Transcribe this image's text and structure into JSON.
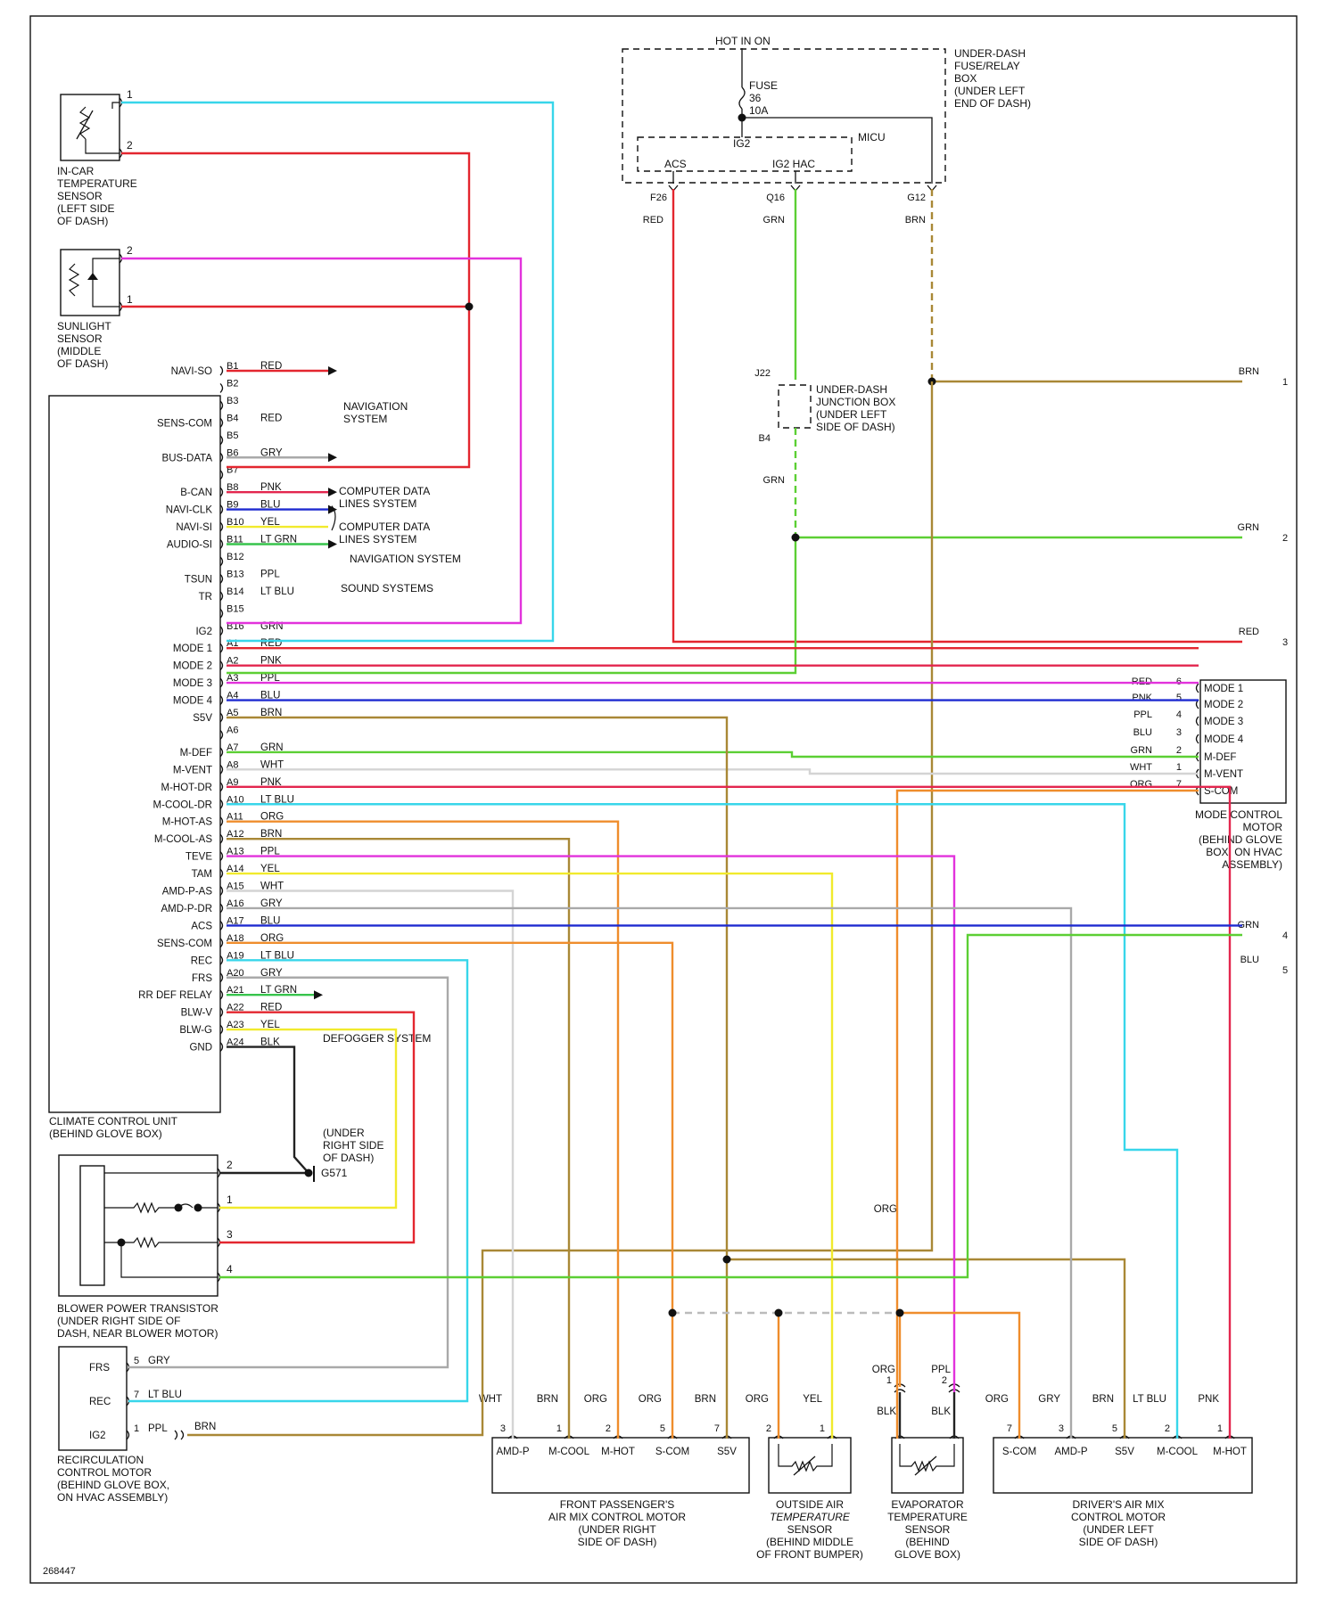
{
  "diagram_id": "268447",
  "colors": {
    "LT BLU": "#38d6ea",
    "RED": "#e3262f",
    "PPL": "#e232dc",
    "GRN": "#5ccf34",
    "BRN": "#a98836",
    "GRY": "#a9a9a9",
    "PNK": "#e3264e",
    "BLU": "#1f2bd0",
    "YEL": "#f1ea2c",
    "LT GRN": "#37c44c",
    "ORG": "#ef8d2c",
    "WHT": "#d4d4d4",
    "BLK": "#222222"
  },
  "top_labels": {
    "hot_in_on": "HOT IN ON",
    "fuse": [
      "FUSE",
      "36",
      "10A"
    ],
    "underdash_fuse_box": [
      "UNDER-DASH",
      "FUSE/RELAY",
      "BOX",
      "(UNDER LEFT",
      "END OF DASH)"
    ],
    "ig2": "IG2",
    "micu": "MICU",
    "acs": "ACS",
    "ig2hac": "IG2 HAC",
    "f26": "F26",
    "q16": "Q16",
    "g12": "G12",
    "red": "RED",
    "grn": "GRN",
    "brn": "BRN",
    "j22": "J22",
    "b4": "B4",
    "junction_box": [
      "UNDER-DASH",
      "JUNCTION BOX",
      "(UNDER LEFT",
      "SIDE OF DASH)"
    ],
    "grn_j": "GRN"
  },
  "incar_sensor": {
    "label": [
      "IN-CAR",
      "TEMPERATURE",
      "SENSOR",
      "(LEFT SIDE",
      "OF DASH)"
    ],
    "pins": [
      {
        "n": "1",
        "wire": "LT BLU"
      },
      {
        "n": "2",
        "wire": "RED"
      }
    ]
  },
  "sunlight_sensor": {
    "label": [
      "SUNLIGHT",
      "SENSOR",
      "(MIDDLE",
      "OF DASH)"
    ],
    "pins": [
      {
        "n": "2",
        "wire": "PPL"
      },
      {
        "n": "1",
        "wire": "RED"
      }
    ]
  },
  "ccu": {
    "label": [
      "CLIMATE CONTROL UNIT",
      "(BEHIND GLOVE BOX)"
    ],
    "rows": [
      {
        "pin": "B1",
        "name": "NAVI-SO",
        "wire": "RED"
      },
      {
        "pin": "B2",
        "name": "",
        "wire": ""
      },
      {
        "pin": "B3",
        "name": "",
        "wire": ""
      },
      {
        "pin": "B4",
        "name": "SENS-COM",
        "wire": "RED"
      },
      {
        "pin": "B5",
        "name": "",
        "wire": ""
      },
      {
        "pin": "B6",
        "name": "BUS-DATA",
        "wire": "GRY"
      },
      {
        "pin": "B7",
        "name": "",
        "wire": ""
      },
      {
        "pin": "B8",
        "name": "B-CAN",
        "wire": "PNK"
      },
      {
        "pin": "B9",
        "name": "NAVI-CLK",
        "wire": "BLU"
      },
      {
        "pin": "B10",
        "name": "NAVI-SI",
        "wire": "YEL"
      },
      {
        "pin": "B11",
        "name": "AUDIO-SI",
        "wire": "LT GRN"
      },
      {
        "pin": "B12",
        "name": "",
        "wire": ""
      },
      {
        "pin": "B13",
        "name": "TSUN",
        "wire": "PPL"
      },
      {
        "pin": "B14",
        "name": "TR",
        "wire": "LT BLU"
      },
      {
        "pin": "B15",
        "name": "",
        "wire": ""
      },
      {
        "pin": "B16",
        "name": "IG2",
        "wire": "GRN"
      },
      {
        "pin": "A1",
        "name": "MODE 1",
        "wire": "RED"
      },
      {
        "pin": "A2",
        "name": "MODE 2",
        "wire": "PNK"
      },
      {
        "pin": "A3",
        "name": "MODE 3",
        "wire": "PPL"
      },
      {
        "pin": "A4",
        "name": "MODE 4",
        "wire": "BLU"
      },
      {
        "pin": "A5",
        "name": "S5V",
        "wire": "BRN"
      },
      {
        "pin": "A6",
        "name": "",
        "wire": ""
      },
      {
        "pin": "A7",
        "name": "M-DEF",
        "wire": "GRN"
      },
      {
        "pin": "A8",
        "name": "M-VENT",
        "wire": "WHT"
      },
      {
        "pin": "A9",
        "name": "M-HOT-DR",
        "wire": "PNK"
      },
      {
        "pin": "A10",
        "name": "M-COOL-DR",
        "wire": "LT BLU"
      },
      {
        "pin": "A11",
        "name": "M-HOT-AS",
        "wire": "ORG"
      },
      {
        "pin": "A12",
        "name": "M-COOL-AS",
        "wire": "BRN"
      },
      {
        "pin": "A13",
        "name": "TEVE",
        "wire": "PPL"
      },
      {
        "pin": "A14",
        "name": "TAM",
        "wire": "YEL"
      },
      {
        "pin": "A15",
        "name": "AMD-P-AS",
        "wire": "WHT"
      },
      {
        "pin": "A16",
        "name": "AMD-P-DR",
        "wire": "GRY"
      },
      {
        "pin": "A17",
        "name": "ACS",
        "wire": "BLU"
      },
      {
        "pin": "A18",
        "name": "SENS-COM",
        "wire": "ORG"
      },
      {
        "pin": "A19",
        "name": "REC",
        "wire": "LT BLU"
      },
      {
        "pin": "A20",
        "name": "FRS",
        "wire": "GRY"
      },
      {
        "pin": "A21",
        "name": "RR DEF RELAY",
        "wire": "LT GRN"
      },
      {
        "pin": "A22",
        "name": "BLW-V",
        "wire": "RED"
      },
      {
        "pin": "A23",
        "name": "BLW-G",
        "wire": "YEL"
      },
      {
        "pin": "A24",
        "name": "GND",
        "wire": "BLK"
      }
    ]
  },
  "destinations": {
    "navigation": [
      "NAVIGATION",
      "SYSTEM"
    ],
    "computer_data_1": [
      "COMPUTER DATA",
      "LINES SYSTEM"
    ],
    "computer_data_2": [
      "COMPUTER DATA",
      "LINES SYSTEM"
    ],
    "navigation_2": "NAVIGATION SYSTEM",
    "sound": "SOUND SYSTEMS",
    "defogger": "DEFOGGER SYSTEM"
  },
  "right_terminals": [
    {
      "n": "1",
      "wire": "BRN"
    },
    {
      "n": "2",
      "wire": "GRN"
    },
    {
      "n": "3",
      "wire": "RED"
    },
    {
      "n": "4",
      "wire": "GRN"
    },
    {
      "n": "5",
      "wire": "BLU"
    }
  ],
  "mode_motor": {
    "label": [
      "MODE CONTROL",
      "MOTOR",
      "(BEHIND GLOVE",
      "BOX, ON HVAC",
      "ASSEMBLY)"
    ],
    "rows": [
      {
        "wire": "RED",
        "n": "6",
        "name": "MODE 1"
      },
      {
        "wire": "PNK",
        "n": "5",
        "name": "MODE 2"
      },
      {
        "wire": "PPL",
        "n": "4",
        "name": "MODE 3"
      },
      {
        "wire": "BLU",
        "n": "3",
        "name": "MODE 4"
      },
      {
        "wire": "GRN",
        "n": "2",
        "name": "M-DEF"
      },
      {
        "wire": "WHT",
        "n": "1",
        "name": "M-VENT"
      },
      {
        "wire": "ORG",
        "n": "7",
        "name": "S-COM"
      }
    ]
  },
  "ground": {
    "label": [
      "(UNDER",
      "RIGHT SIDE",
      "OF DASH)"
    ],
    "name": "G571"
  },
  "blower": {
    "label": [
      "BLOWER POWER TRANSISTOR",
      "(UNDER RIGHT SIDE OF",
      "DASH, NEAR BLOWER MOTOR)"
    ],
    "pins": [
      {
        "n": "2",
        "wire": "BLK"
      },
      {
        "n": "1",
        "wire": "YEL"
      },
      {
        "n": "3",
        "wire": "RED"
      },
      {
        "n": "4",
        "wire": "GRN"
      }
    ]
  },
  "recirc": {
    "label": [
      "RECIRCULATION",
      "CONTROL MOTOR",
      "(BEHIND GLOVE BOX,",
      "ON HVAC ASSEMBLY)"
    ],
    "pins": [
      {
        "name": "FRS",
        "n": "5",
        "wire": "GRY"
      },
      {
        "name": "REC",
        "n": "7",
        "wire": "LT BLU"
      },
      {
        "name": "IG2",
        "n": "1",
        "wire": "PPL"
      }
    ],
    "ig2_out": "BRN",
    "org_label": "ORG"
  },
  "fp_motor": {
    "label": [
      "FRONT PASSENGER'S",
      "AIR MIX CONTROL MOTOR",
      "(UNDER RIGHT",
      "SIDE OF DASH)"
    ],
    "pins": [
      {
        "wire": "WHT",
        "n": "3",
        "name": "AMD-P"
      },
      {
        "wire": "BRN",
        "n": "1",
        "name": "M-COOL"
      },
      {
        "wire": "ORG",
        "n": "2",
        "name": "M-HOT"
      },
      {
        "wire": "ORG",
        "n": "5",
        "name": "S-COM"
      },
      {
        "wire": "BRN",
        "n": "7",
        "name": "S5V"
      }
    ]
  },
  "oat_sensor": {
    "label": [
      "OUTSIDE AIR",
      "TEMPERATURE",
      "SENSOR",
      "(BEHIND MIDDLE",
      "OF FRONT BUMPER)"
    ],
    "pins": [
      {
        "wire": "ORG",
        "n": "2"
      },
      {
        "wire": "YEL",
        "n": "1"
      }
    ]
  },
  "evap_sensor": {
    "label": [
      "EVAPORATOR",
      "TEMPERATURE",
      "SENSOR",
      "(BEHIND",
      "GLOVE BOX)"
    ],
    "pins": [
      {
        "wire": "ORG",
        "n": "1",
        "inner": "BLK"
      },
      {
        "wire": "PPL",
        "n": "2",
        "inner": "BLK"
      }
    ]
  },
  "dr_motor": {
    "label": [
      "DRIVER'S AIR MIX",
      "CONTROL MOTOR",
      "(UNDER LEFT",
      "SIDE OF DASH)"
    ],
    "pins": [
      {
        "wire": "ORG",
        "n": "7",
        "name": "S-COM"
      },
      {
        "wire": "GRY",
        "n": "3",
        "name": "AMD-P"
      },
      {
        "wire": "BRN",
        "n": "5",
        "name": "S5V"
      },
      {
        "wire": "LT BLU",
        "n": "2",
        "name": "M-COOL"
      },
      {
        "wire": "PNK",
        "n": "1",
        "name": "M-HOT"
      }
    ]
  }
}
